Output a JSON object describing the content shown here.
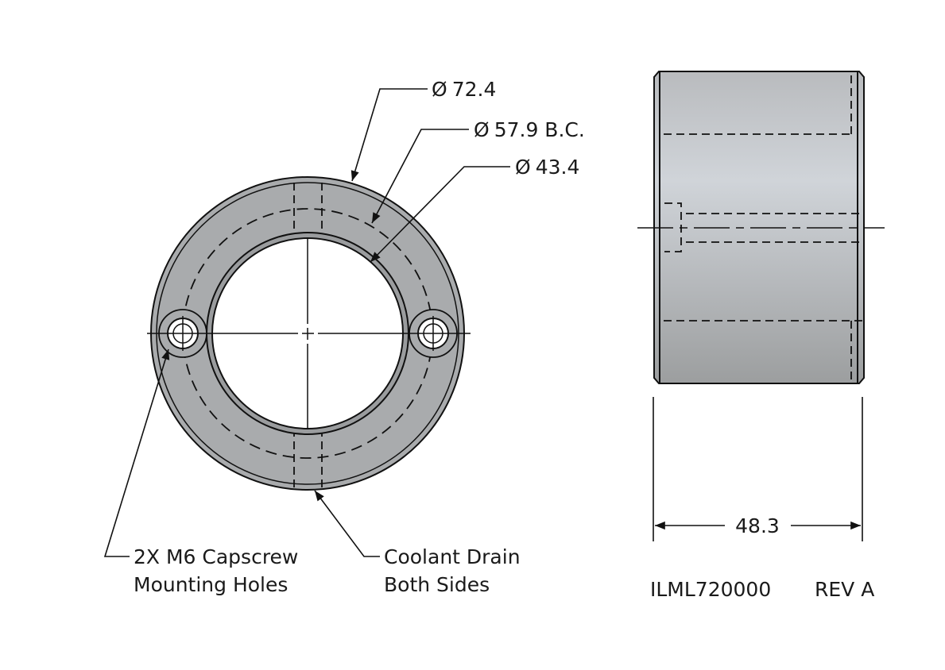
{
  "dimensions": {
    "outer_diameter": "72.4",
    "bolt_circle": "57.9 B.C.",
    "bore_diameter": "43.4",
    "length": "48.3",
    "diameter_symbol": "Ø"
  },
  "notes": {
    "mounting_line1": "2X M6 Capscrew",
    "mounting_line2": "Mounting Holes",
    "drain_line1": "Coolant Drain",
    "drain_line2": "Both Sides"
  },
  "title_block": {
    "part_number": "ILML720000",
    "revision": "REV A"
  },
  "colors": {
    "body_light": "#cdd1d6",
    "body_dark": "#9a9c9e",
    "line": "#111111"
  }
}
